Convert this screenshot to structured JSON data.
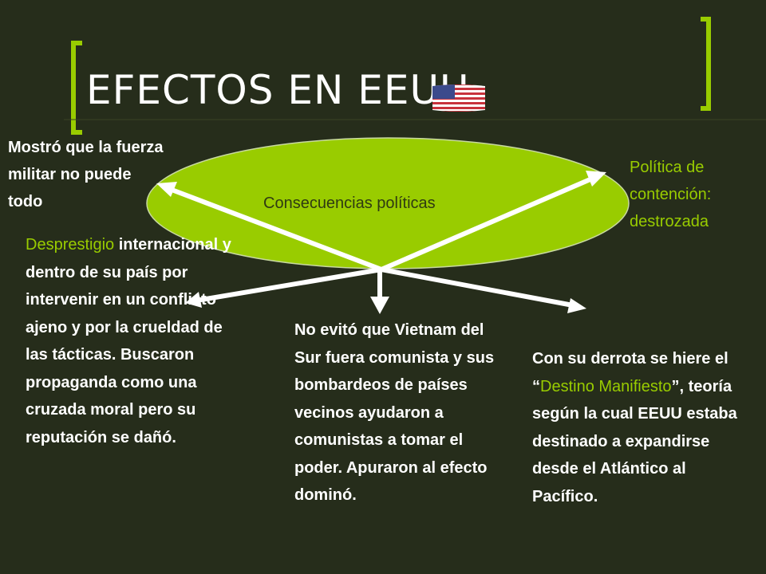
{
  "slide": {
    "title": "EFECTOS EN EEUU",
    "center_label": "Consecuencias políticas",
    "top_left": "Mostró que la fuerza militar no puede todo",
    "top_right": "Política de contención: destrozada",
    "bottom_left": "Desprestigio internacional y dentro de su país por intervenir en un conflicto ajeno y por la crueldad de las tácticas. Buscaron propaganda como una cruzada moral pero su reputación se dañó.",
    "bottom_left_green": "Desprestigio",
    "bottom_left_rest": "internacional y dentro de su país por intervenir en un conflicto ajeno y por la crueldad de las tácticas. Buscaron propaganda como una cruzada moral pero su reputación se dañó.",
    "bottom_center": "No evitó que Vietnam del Sur fuera comunista y sus bombardeos de países vecinos ayudaron a comunistas a tomar el poder. Apuraron al efecto dominó.",
    "bottom_right_a": "Con su derrota se hiere el “",
    "bottom_right_green": "Destino Manifiesto",
    "bottom_right_b": "”, teoría según la cual EEUU estaba destinado a expandirse desde el Atlántico al Pacífico."
  },
  "colors": {
    "background": "#262d1b",
    "accent": "#99cc00",
    "ellipse": "#99cc00",
    "text": "#ffffff"
  },
  "icons": [
    "us-flag-icon"
  ]
}
